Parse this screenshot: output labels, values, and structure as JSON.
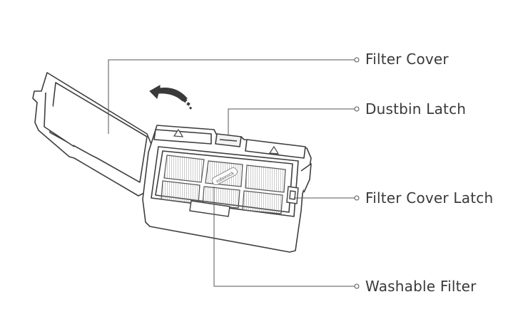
{
  "callouts": {
    "filter_cover": "Filter Cover",
    "dustbin_latch": "Dustbin Latch",
    "filter_cover_latch": "Filter Cover Latch",
    "washable_filter": "Washable Filter"
  },
  "filter_brand": "roborock",
  "colors": {
    "line": "#3f3f3f",
    "leader": "#555555",
    "mesh": "#8a8a8a",
    "arrow": "#3a3a3a",
    "background": "#ffffff"
  },
  "icons": [
    "open-arrow-icon",
    "triangle-mark-icon"
  ]
}
